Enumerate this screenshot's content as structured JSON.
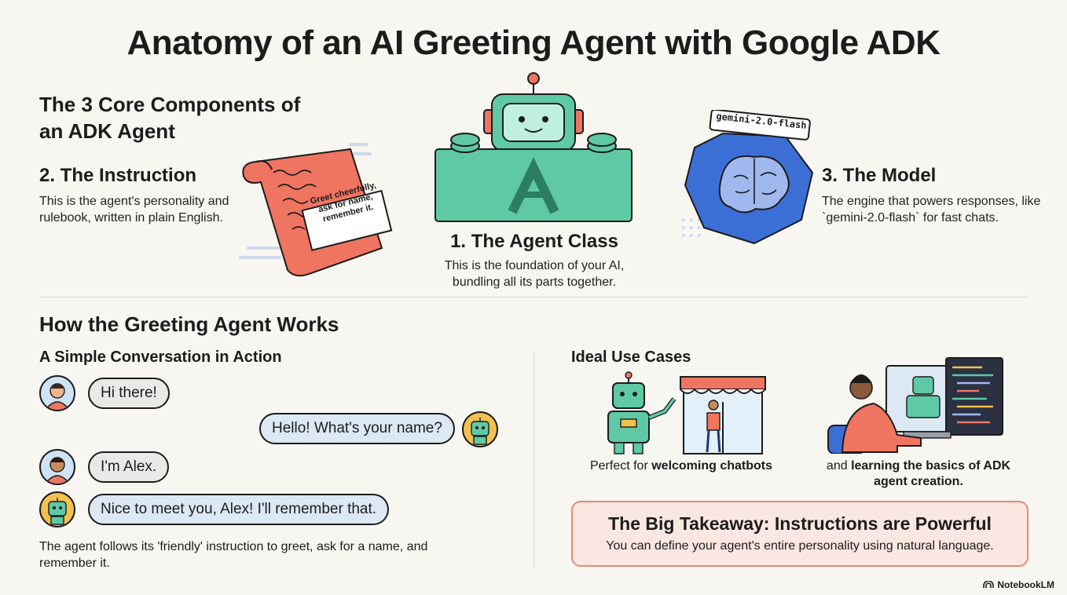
{
  "title": "Anatomy of an AI Greeting Agent with Google ADK",
  "core_heading": "The 3 Core Components of an ADK Agent",
  "instruction": {
    "title": "2. The Instruction",
    "desc": "This is the agent's personality and rulebook, written in plain English.",
    "note": "Greet cheerfully, ask for name, remember it."
  },
  "agent_class": {
    "title": "1. The Agent Class",
    "desc": "This is the foundation of your AI, bundling all its parts together.",
    "logo_letter": "A"
  },
  "model": {
    "title": "3. The Model",
    "desc": "The engine that powers responses, like `gemini-2.0-flash` for fast chats.",
    "tag": "gemini-2.0-flash"
  },
  "works": {
    "heading": "How the Greeting Agent Works",
    "subheading": "A Simple Conversation in Action",
    "messages": [
      {
        "speaker": "user",
        "text": "Hi there!"
      },
      {
        "speaker": "bot",
        "text": "Hello! What's your name?"
      },
      {
        "speaker": "user",
        "text": "I'm Alex."
      },
      {
        "speaker": "bot",
        "text": "Nice to meet you, Alex! I'll remember that."
      }
    ],
    "note": "The agent follows its 'friendly' instruction to greet, ask for a name, and remember it."
  },
  "use_cases": {
    "heading": "Ideal Use Cases",
    "case1_prefix": "Perfect for ",
    "case1_bold": "welcoming chatbots",
    "case2_prefix": "and ",
    "case2_bold": "learning the basics of ADK agent creation."
  },
  "takeaway": {
    "title": "The Big Takeaway: Instructions are Powerful",
    "text": "You can define your agent's entire personality using natural language."
  },
  "brand": "NotebookLM",
  "colors": {
    "teal": "#5fc9a5",
    "teal_dark": "#3aa885",
    "coral": "#ef7560",
    "blue": "#3c6fd6",
    "takeaway_bg": "#fbe7e1",
    "takeaway_border": "#e58a77"
  }
}
